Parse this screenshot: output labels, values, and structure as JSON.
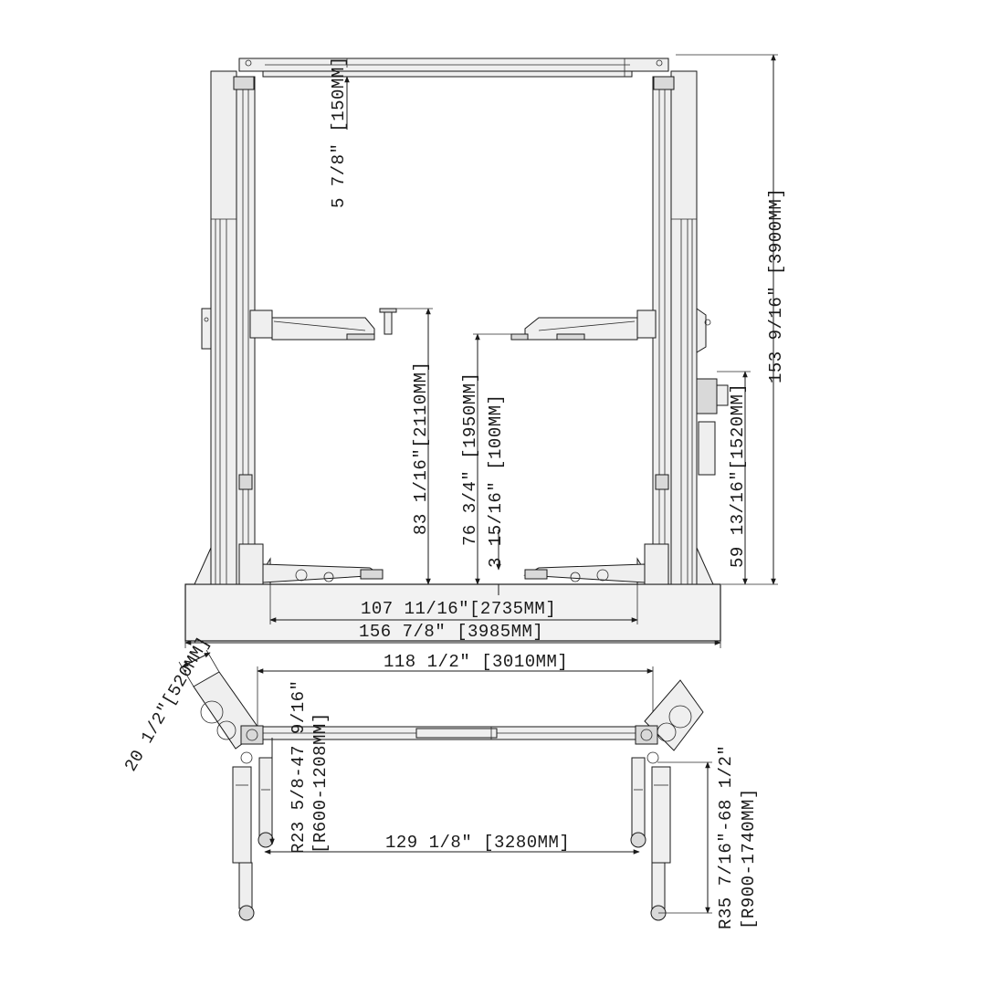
{
  "front_view": {
    "dims": {
      "top_clearance": "5 7/8\" [150MM]",
      "overall_height": "153 9/16\" [3900MM]",
      "max_lift_height": "83 1/16\"[2110MM]",
      "lift_height_min": "76 3/4\" [1950MM]",
      "min_pad_height": "3 15/16\" [100MM]",
      "power_unit_height": "59 13/16\"[1520MM]",
      "drive_through": "107 11/16\"[2735MM]",
      "overall_width": "156 7/8\" [3985MM]"
    }
  },
  "top_view": {
    "dims": {
      "inside_columns": "118 1/2\" [3010MM]",
      "column_width": "20 1/2\"[520MM]",
      "short_arm_range": "R23 5/8-47 9/16\"",
      "short_arm_range_mm": "[R600-1208MM]",
      "base_width": "129 1/8\" [3280MM]",
      "long_arm_range": "R35 7/16\"-68 1/2\"",
      "long_arm_range_mm": "[R900-1740MM]"
    }
  }
}
